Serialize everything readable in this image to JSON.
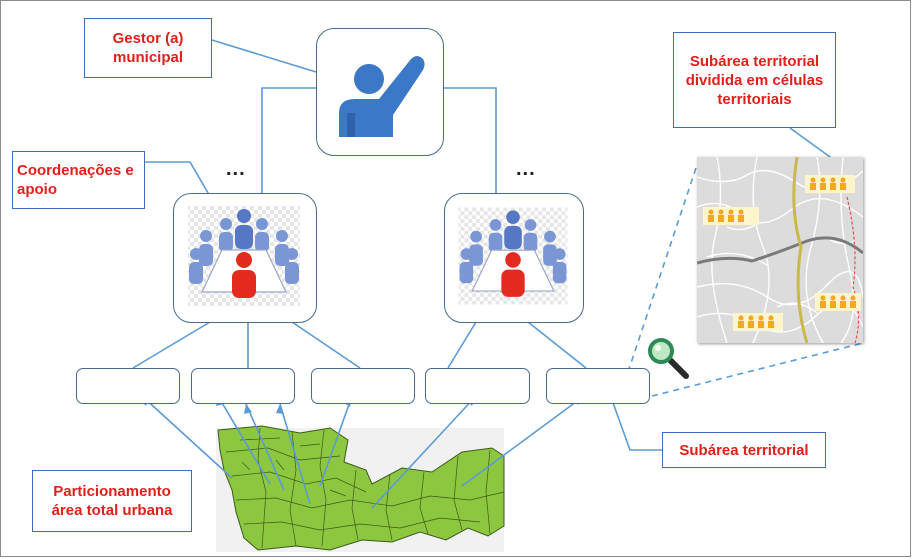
{
  "labels": {
    "gestor": "Gestor (a) municipal",
    "coordenacoes": "Coordenações e apoio",
    "subarea_celulas": "Subárea territorial dividida em células territoriais",
    "subarea": "Subárea territorial",
    "particionamento": "Particionamento área total urbana"
  },
  "ellipsis_left": "...",
  "ellipsis_right": "...",
  "icons": [
    "manager-raising-hand-icon",
    "meeting-table-icon",
    "magnifier-icon",
    "people-group-icon"
  ],
  "colors": {
    "label_text": "#e0201b",
    "label_border": "#3b6fb6",
    "connector": "#5b9bd5",
    "manager_icon": "#3b78c8",
    "map_green": "#8dc63f",
    "people_orange": "#f5a623"
  }
}
